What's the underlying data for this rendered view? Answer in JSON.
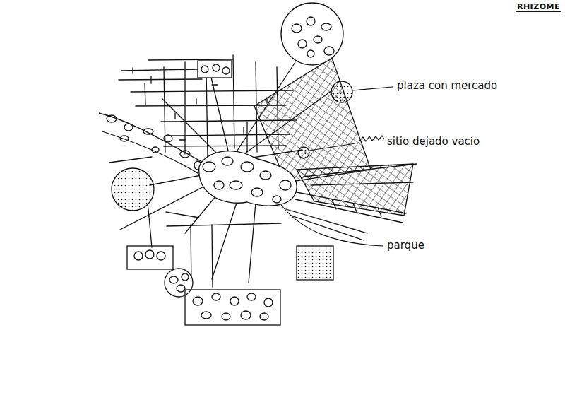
{
  "diagram": {
    "title": "RHIZOME",
    "labels": [
      "plaza con mercado",
      "sitio dejado vacío",
      "parque"
    ]
  }
}
